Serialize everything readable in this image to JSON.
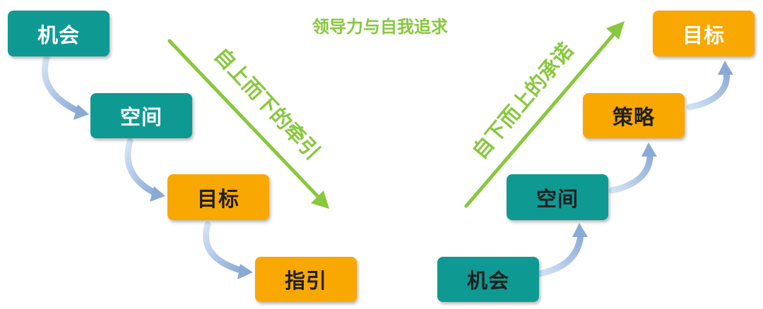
{
  "title": "领导力与自我追求",
  "left": {
    "label": "自上而下的牵引",
    "boxes": [
      "机会",
      "空间",
      "目标",
      "指引"
    ]
  },
  "right": {
    "label": "自下而上的承诺",
    "boxes": [
      "机会",
      "空间",
      "策略",
      "目标"
    ]
  },
  "colors": {
    "teal": "#0e9a93",
    "orange": "#f8a800",
    "green": "#88c83d",
    "connector": "#9ab8e0"
  }
}
